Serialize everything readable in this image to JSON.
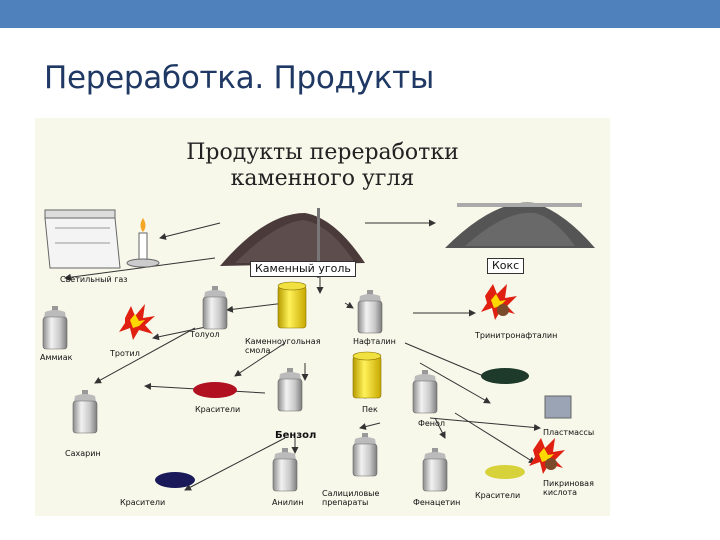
{
  "slide": {
    "title": "Переработка. Продукты",
    "accent_color": "#4f81bd",
    "title_color": "#1f3864"
  },
  "figure": {
    "title_line1": "Продукты переработки",
    "title_line2": "каменного угля",
    "labels": {
      "coal": "Каменный уголь",
      "coke": "Кокс",
      "lighting_gas": "Светильный газ",
      "toluene": "Толуол",
      "coal_tar": "Каменноугольная смола",
      "naphthalene": "Нафталин",
      "trinitronaphthalene": "Тринитронафталин",
      "ammonia": "Аммиак",
      "trotyl": "Тротил",
      "dyes_left": "Красители",
      "pitch": "Пек",
      "phenol": "Фенол",
      "plastics": "Пластмассы",
      "benzene": "Бензол",
      "sugar": "Сахарин",
      "dyes_bottom": "Красители",
      "aniline": "Анилин",
      "salicylic": "Салициловые препараты",
      "phenacetin": "Фенацетин",
      "dyes_right": "Красители",
      "picric_acid": "Пикриновая кислота"
    }
  }
}
